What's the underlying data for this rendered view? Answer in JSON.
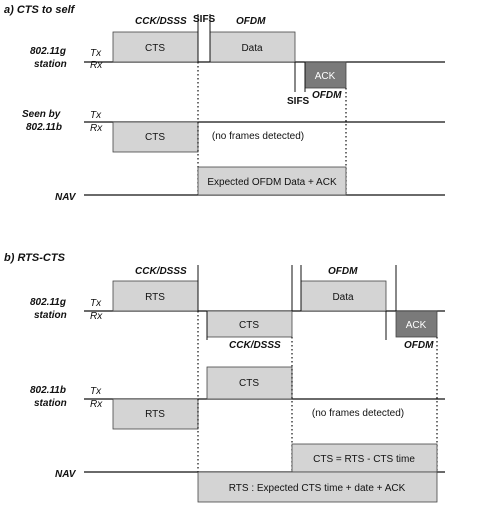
{
  "section_a": {
    "title": "a)  CTS to self",
    "label_cck": "CCK/DSSS",
    "label_ofdm": "OFDM",
    "label_ofdm_ack": "OFDM",
    "sifs_top": "SIFS",
    "sifs_bottom": "SIFS",
    "station_g_line1": "802.11g",
    "station_g_line2": "station",
    "seen_line1": "Seen by",
    "seen_line2": "802.11b",
    "tx": "Tx",
    "rx": "Rx",
    "nav": "NAV",
    "box_cts_g": "CTS",
    "box_data": "Data",
    "box_ack": "ACK",
    "box_cts_b": "CTS",
    "no_frames": "(no frames detected)",
    "box_nav": "Expected OFDM Data + ACK"
  },
  "section_b": {
    "title": "b)  RTS-CTS",
    "label_cck_top": "CCK/DSSS",
    "label_ofdm_top": "OFDM",
    "label_cck_mid": "CCK/DSSS",
    "label_ofdm_ack": "OFDM",
    "station_g_line1": "802.11g",
    "station_g_line2": "station",
    "station_b_line1": "802.11b",
    "station_b_line2": "station",
    "tx": "Tx",
    "rx": "Rx",
    "nav": "NAV",
    "box_rts_g": "RTS",
    "box_data": "Data",
    "box_cts_g": "CTS",
    "box_ack": "ACK",
    "box_cts_b": "CTS",
    "box_rts_b": "RTS",
    "no_frames": "(no frames detected)",
    "box_nav_top": "CTS = RTS - CTS time",
    "box_nav_bottom": "RTS : Expected CTS time + date + ACK"
  }
}
